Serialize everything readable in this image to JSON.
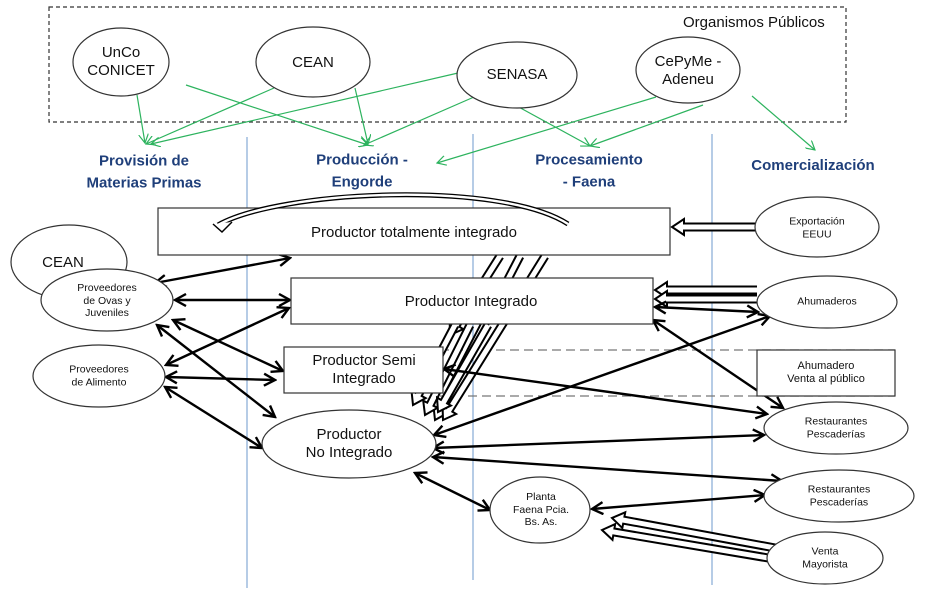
{
  "organismos": {
    "title": "Organismos Públicos",
    "nodes": [
      {
        "id": "unco",
        "label": "UnCo\nCONICET"
      },
      {
        "id": "cean_top",
        "label": "CEAN"
      },
      {
        "id": "senasa",
        "label": "SENASA"
      },
      {
        "id": "cepyme",
        "label": "CePyMe -\nAdeneu"
      }
    ]
  },
  "stages": [
    {
      "id": "provision",
      "label": "Provisión de\nMaterias Primas"
    },
    {
      "id": "produccion",
      "label": "Producción -\nEngorde"
    },
    {
      "id": "procesamiento",
      "label": "Procesamiento\n- Faena"
    },
    {
      "id": "comercializacion",
      "label": "Comercialización"
    }
  ],
  "producers": [
    {
      "id": "total",
      "label": "Productor totalmente integrado"
    },
    {
      "id": "integrado",
      "label": "Productor Integrado"
    },
    {
      "id": "semi",
      "label": "Productor Semi\nIntegrado"
    },
    {
      "id": "no_integrado",
      "label": "Productor\nNo Integrado"
    }
  ],
  "suppliers": [
    {
      "id": "cean_left",
      "label": "CEAN"
    },
    {
      "id": "ovas",
      "label": "Proveedores\nde Ovas y\nJuveniles"
    },
    {
      "id": "alimento",
      "label": "Proveedores\nde Alimento"
    }
  ],
  "processing": [
    {
      "id": "planta",
      "label": "Planta\nFaena Pcia.\nBs. As."
    }
  ],
  "market": [
    {
      "id": "exportacion",
      "label": "Exportación\nEEUU"
    },
    {
      "id": "ahumaderos",
      "label": "Ahumaderos"
    },
    {
      "id": "ahumadero_venta",
      "label": "Ahumadero\nVenta al público"
    },
    {
      "id": "restaurantes1",
      "label": "Restaurantes\nPescaderías"
    },
    {
      "id": "restaurantes2",
      "label": "Restaurantes\nPescaderías"
    },
    {
      "id": "venta_mayorista",
      "label": "Venta\nMayorista"
    }
  ],
  "colors": {
    "influence_arrow": "#2db35e",
    "stage_title": "#1f3f7a",
    "lane_divider": "#8fb0d8",
    "flow_arrow": "#000000"
  },
  "edges": {
    "influence": [
      [
        "unco",
        "provision"
      ],
      [
        "unco",
        "produccion"
      ],
      [
        "cean_top",
        "provision"
      ],
      [
        "cean_top",
        "produccion"
      ],
      [
        "senasa",
        "provision"
      ],
      [
        "senasa",
        "produccion"
      ],
      [
        "senasa",
        "procesamiento"
      ],
      [
        "cepyme",
        "produccion"
      ],
      [
        "cepyme",
        "procesamiento"
      ],
      [
        "cepyme",
        "comercializacion"
      ]
    ],
    "bidirectional": [
      [
        "ovas",
        "total"
      ],
      [
        "ovas",
        "integrado"
      ],
      [
        "ovas",
        "semi"
      ],
      [
        "ovas",
        "no_integrado"
      ],
      [
        "alimento",
        "integrado"
      ],
      [
        "alimento",
        "semi"
      ],
      [
        "alimento",
        "no_integrado"
      ],
      [
        "integrado",
        "ahumaderos"
      ],
      [
        "integrado",
        "restaurantes1"
      ],
      [
        "semi",
        "restaurantes1"
      ],
      [
        "no_integrado",
        "ahumaderos"
      ],
      [
        "no_integrado",
        "restaurantes1"
      ],
      [
        "no_integrado",
        "restaurantes2"
      ],
      [
        "no_integrado",
        "planta"
      ],
      [
        "planta",
        "restaurantes2"
      ]
    ],
    "hollow": [
      [
        "exportacion",
        "total"
      ],
      [
        "ahumaderos",
        "integrado"
      ],
      [
        "venta_mayorista",
        "planta"
      ],
      [
        "total",
        "total"
      ],
      [
        "integrado",
        "semi"
      ],
      [
        "integrado",
        "no_integrado"
      ],
      [
        "total",
        "no_integrado"
      ]
    ]
  }
}
